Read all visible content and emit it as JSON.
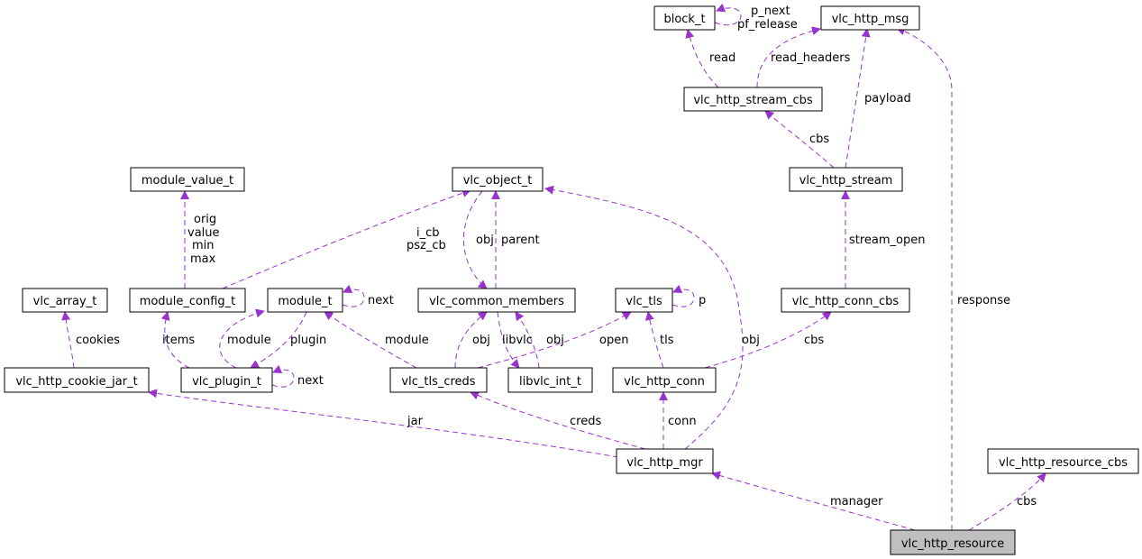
{
  "diagram": {
    "edge_color": "#9a32cd",
    "nodes": {
      "block_t": "block_t",
      "vlc_http_msg": "vlc_http_msg",
      "vlc_http_stream_cbs": "vlc_http_stream_cbs",
      "module_value_t": "module_value_t",
      "vlc_object_t": "vlc_object_t",
      "vlc_http_stream": "vlc_http_stream",
      "vlc_array_t": "vlc_array_t",
      "module_config_t": "module_config_t",
      "module_t": "module_t",
      "vlc_common_members": "vlc_common_members",
      "vlc_tls": "vlc_tls",
      "vlc_http_conn_cbs": "vlc_http_conn_cbs",
      "vlc_http_cookie_jar_t": "vlc_http_cookie_jar_t",
      "vlc_plugin_t": "vlc_plugin_t",
      "vlc_tls_creds": "vlc_tls_creds",
      "libvlc_int_t": "libvlc_int_t",
      "vlc_http_conn": "vlc_http_conn",
      "vlc_http_mgr": "vlc_http_mgr",
      "vlc_http_resource_cbs": "vlc_http_resource_cbs",
      "vlc_http_resource": "vlc_http_resource"
    },
    "labels": {
      "p_next": "p_next",
      "pf_release": "pf_release",
      "read": "read",
      "read_headers": "read_headers",
      "payload": "payload",
      "cbs_stream": "cbs",
      "orig": "orig",
      "value": "value",
      "min": "min",
      "max": "max",
      "i_cb": "i_cb",
      "psz_cb": "psz_cb",
      "obj_common": "obj",
      "parent": "parent",
      "stream_open": "stream_open",
      "response": "response",
      "next_module": "next",
      "p_tls": "p",
      "cookies": "cookies",
      "items": "items",
      "module": "module",
      "plugin": "plugin",
      "module_creds": "module",
      "obj_creds": "obj",
      "libvlc": "libvlc",
      "obj_libvlc": "obj",
      "open": "open",
      "tls": "tls",
      "obj_mgr": "obj",
      "cbs_conn": "cbs",
      "next_plugin": "next",
      "jar": "jar",
      "creds": "creds",
      "conn": "conn",
      "cbs_resource": "cbs",
      "manager": "manager"
    }
  }
}
